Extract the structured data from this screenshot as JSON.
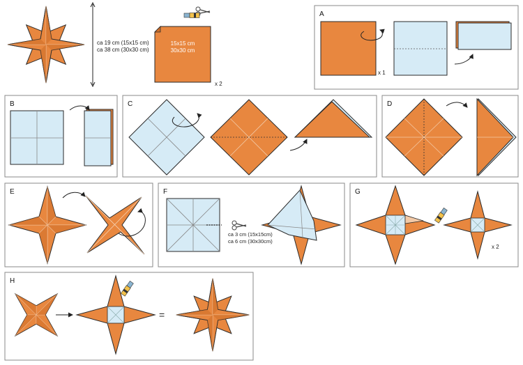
{
  "header": {
    "size_lines": [
      "ca 19 cm (15x15 cm)",
      "ca 38 cm (30x30 cm)"
    ],
    "paper_lines": [
      "15x15 cm",
      "30x30 cm"
    ],
    "paper_count": "x 2"
  },
  "panels": {
    "A": {
      "label": "A",
      "count": "x 1"
    },
    "B": {
      "label": "B"
    },
    "C": {
      "label": "C"
    },
    "D": {
      "label": "D"
    },
    "E": {
      "label": "E"
    },
    "F": {
      "label": "F",
      "cut_lines": [
        "ca 3 cm (15x15cm)",
        "ca 6 cm (30x30cm)"
      ]
    },
    "G": {
      "label": "G",
      "count": "x 2"
    },
    "H": {
      "label": "H",
      "equals": "="
    }
  },
  "colors": {
    "orange": "#e8873f",
    "orange_dark": "#cf6f2a",
    "blue": "#d6ebf6",
    "outline": "#2a2a2a",
    "panel_border": "#8a8a8a"
  },
  "icons": [
    "scissors-icon",
    "glue-stick-icon",
    "fold-arrow-icon",
    "arrow-right-icon"
  ]
}
